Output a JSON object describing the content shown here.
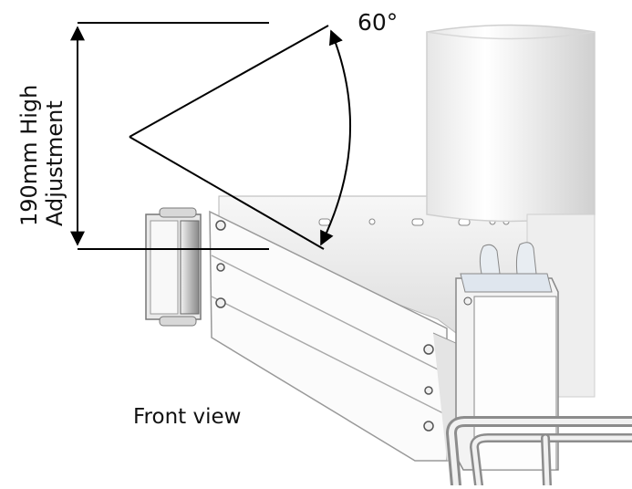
{
  "annotations": {
    "angle": "60°",
    "height_line1": "190mm High",
    "height_line2": "Adjustment",
    "caption": "Front view"
  },
  "colors": {
    "line": "#000000",
    "metal_light": "#f4f4f4",
    "metal_mid": "#d9d9d9",
    "metal_dark": "#a8a8a8"
  }
}
